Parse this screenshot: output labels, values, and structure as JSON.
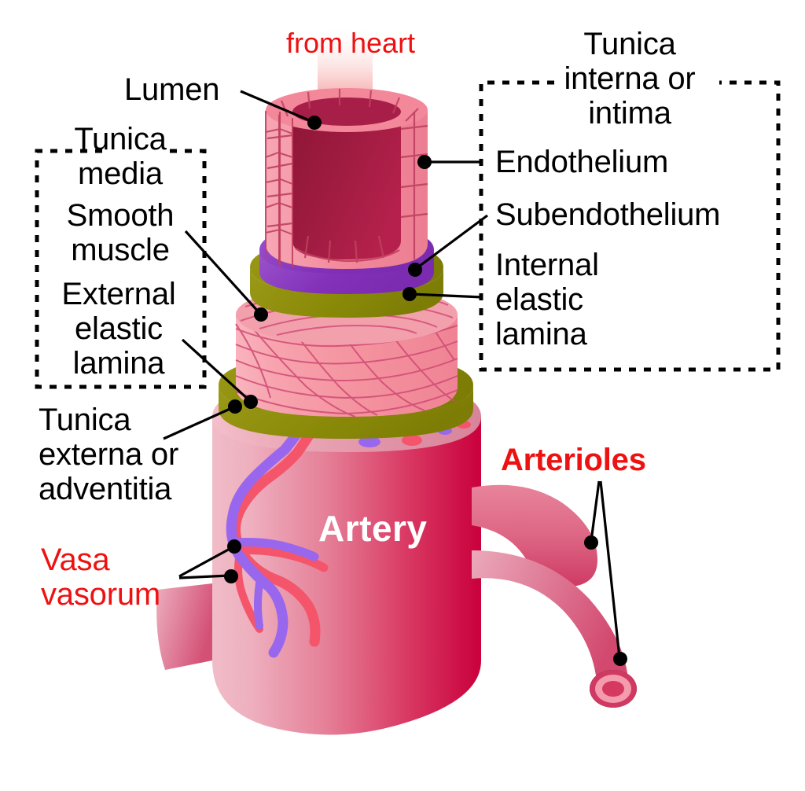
{
  "diagram": {
    "title_word": "Artery",
    "flow_label": "from heart",
    "labels": {
      "lumen": "Lumen",
      "tunica_media_title": "Tunica\nmedia",
      "smooth_muscle": "Smooth\nmuscle",
      "external_elastic_lamina": "External\nelastic\nlamina",
      "tunica_externa": "Tunica\nexterna or\nadventitia",
      "vasa_vasorum": "Vasa\nvasorum",
      "tunica_interna_title": "Tunica\ninterna or\nintima",
      "endothelium": "Endothelium",
      "subendothelium": "Subendothelium",
      "internal_elastic_lamina": "Internal\nelastic\nlamina",
      "arterioles": "Arterioles"
    },
    "colors": {
      "label_black": "#000000",
      "label_red": "#ee1111",
      "artery_word_white": "#ffffff",
      "lumen_dark": "#9e1b40",
      "endothelium_pink": "#f2889a",
      "subendothelium_purple": "#8b3fbe",
      "elastic_lamina_olive": "#8b8b09",
      "smooth_muscle_pink": "#f4939f",
      "adventitia_pink": "#e8a0b0",
      "artery_body_crimson": "#cf1346",
      "vasa_purple": "#9966ee",
      "vasa_red": "#f5556b",
      "arrow_red": "#ef3c3c"
    },
    "layers": [
      "Lumen",
      "Endothelium",
      "Subendothelium",
      "Internal elastic lamina",
      "Smooth muscle",
      "External elastic lamina",
      "Tunica externa or adventitia"
    ]
  }
}
